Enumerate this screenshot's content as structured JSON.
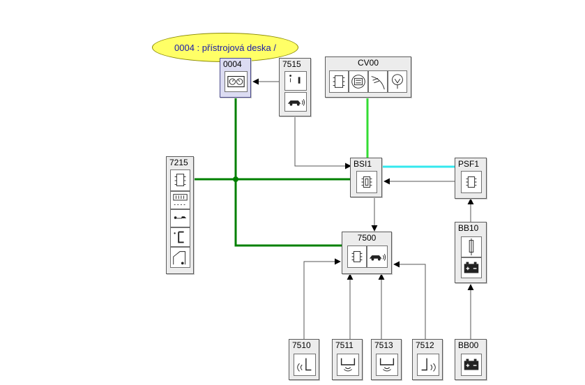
{
  "tooltip": "0004 : přístrojová deska /",
  "nodes": {
    "n0004": "0004",
    "n7515": "7515",
    "cv00": "CV00",
    "n7215": "7215",
    "bsi1": "BSI1",
    "psf1": "PSF1",
    "n7500": "7500",
    "bb10": "BB10",
    "n7510": "7510",
    "n7511": "7511",
    "n7513": "7513",
    "n7512": "7512",
    "bb00": "BB00"
  },
  "bus_colors": {
    "can": "#008000",
    "diag": "#33dd33",
    "lin": "#33e8ee",
    "wire": "#555555"
  },
  "icons": {
    "n0004": [
      "instrument-cluster-icon"
    ],
    "n7515": [
      "switch-icon",
      "car-sensor-icon"
    ],
    "cv00": [
      "module-icon",
      "connector-icon",
      "headlamp-icon",
      "lamp-icon"
    ],
    "n7215": [
      "module-icon",
      "display-icon",
      "gauge-icon",
      "door-icon",
      "signal-icon"
    ],
    "bsi1": [
      "module-icon"
    ],
    "psf1": [
      "module-icon"
    ],
    "n7500": [
      "module-icon",
      "car-sensor-icon"
    ],
    "bb10": [
      "fuse-icon",
      "battery-icon"
    ],
    "sensors": [
      "parking-sensor-icon"
    ],
    "bb00": [
      "battery-icon"
    ]
  }
}
